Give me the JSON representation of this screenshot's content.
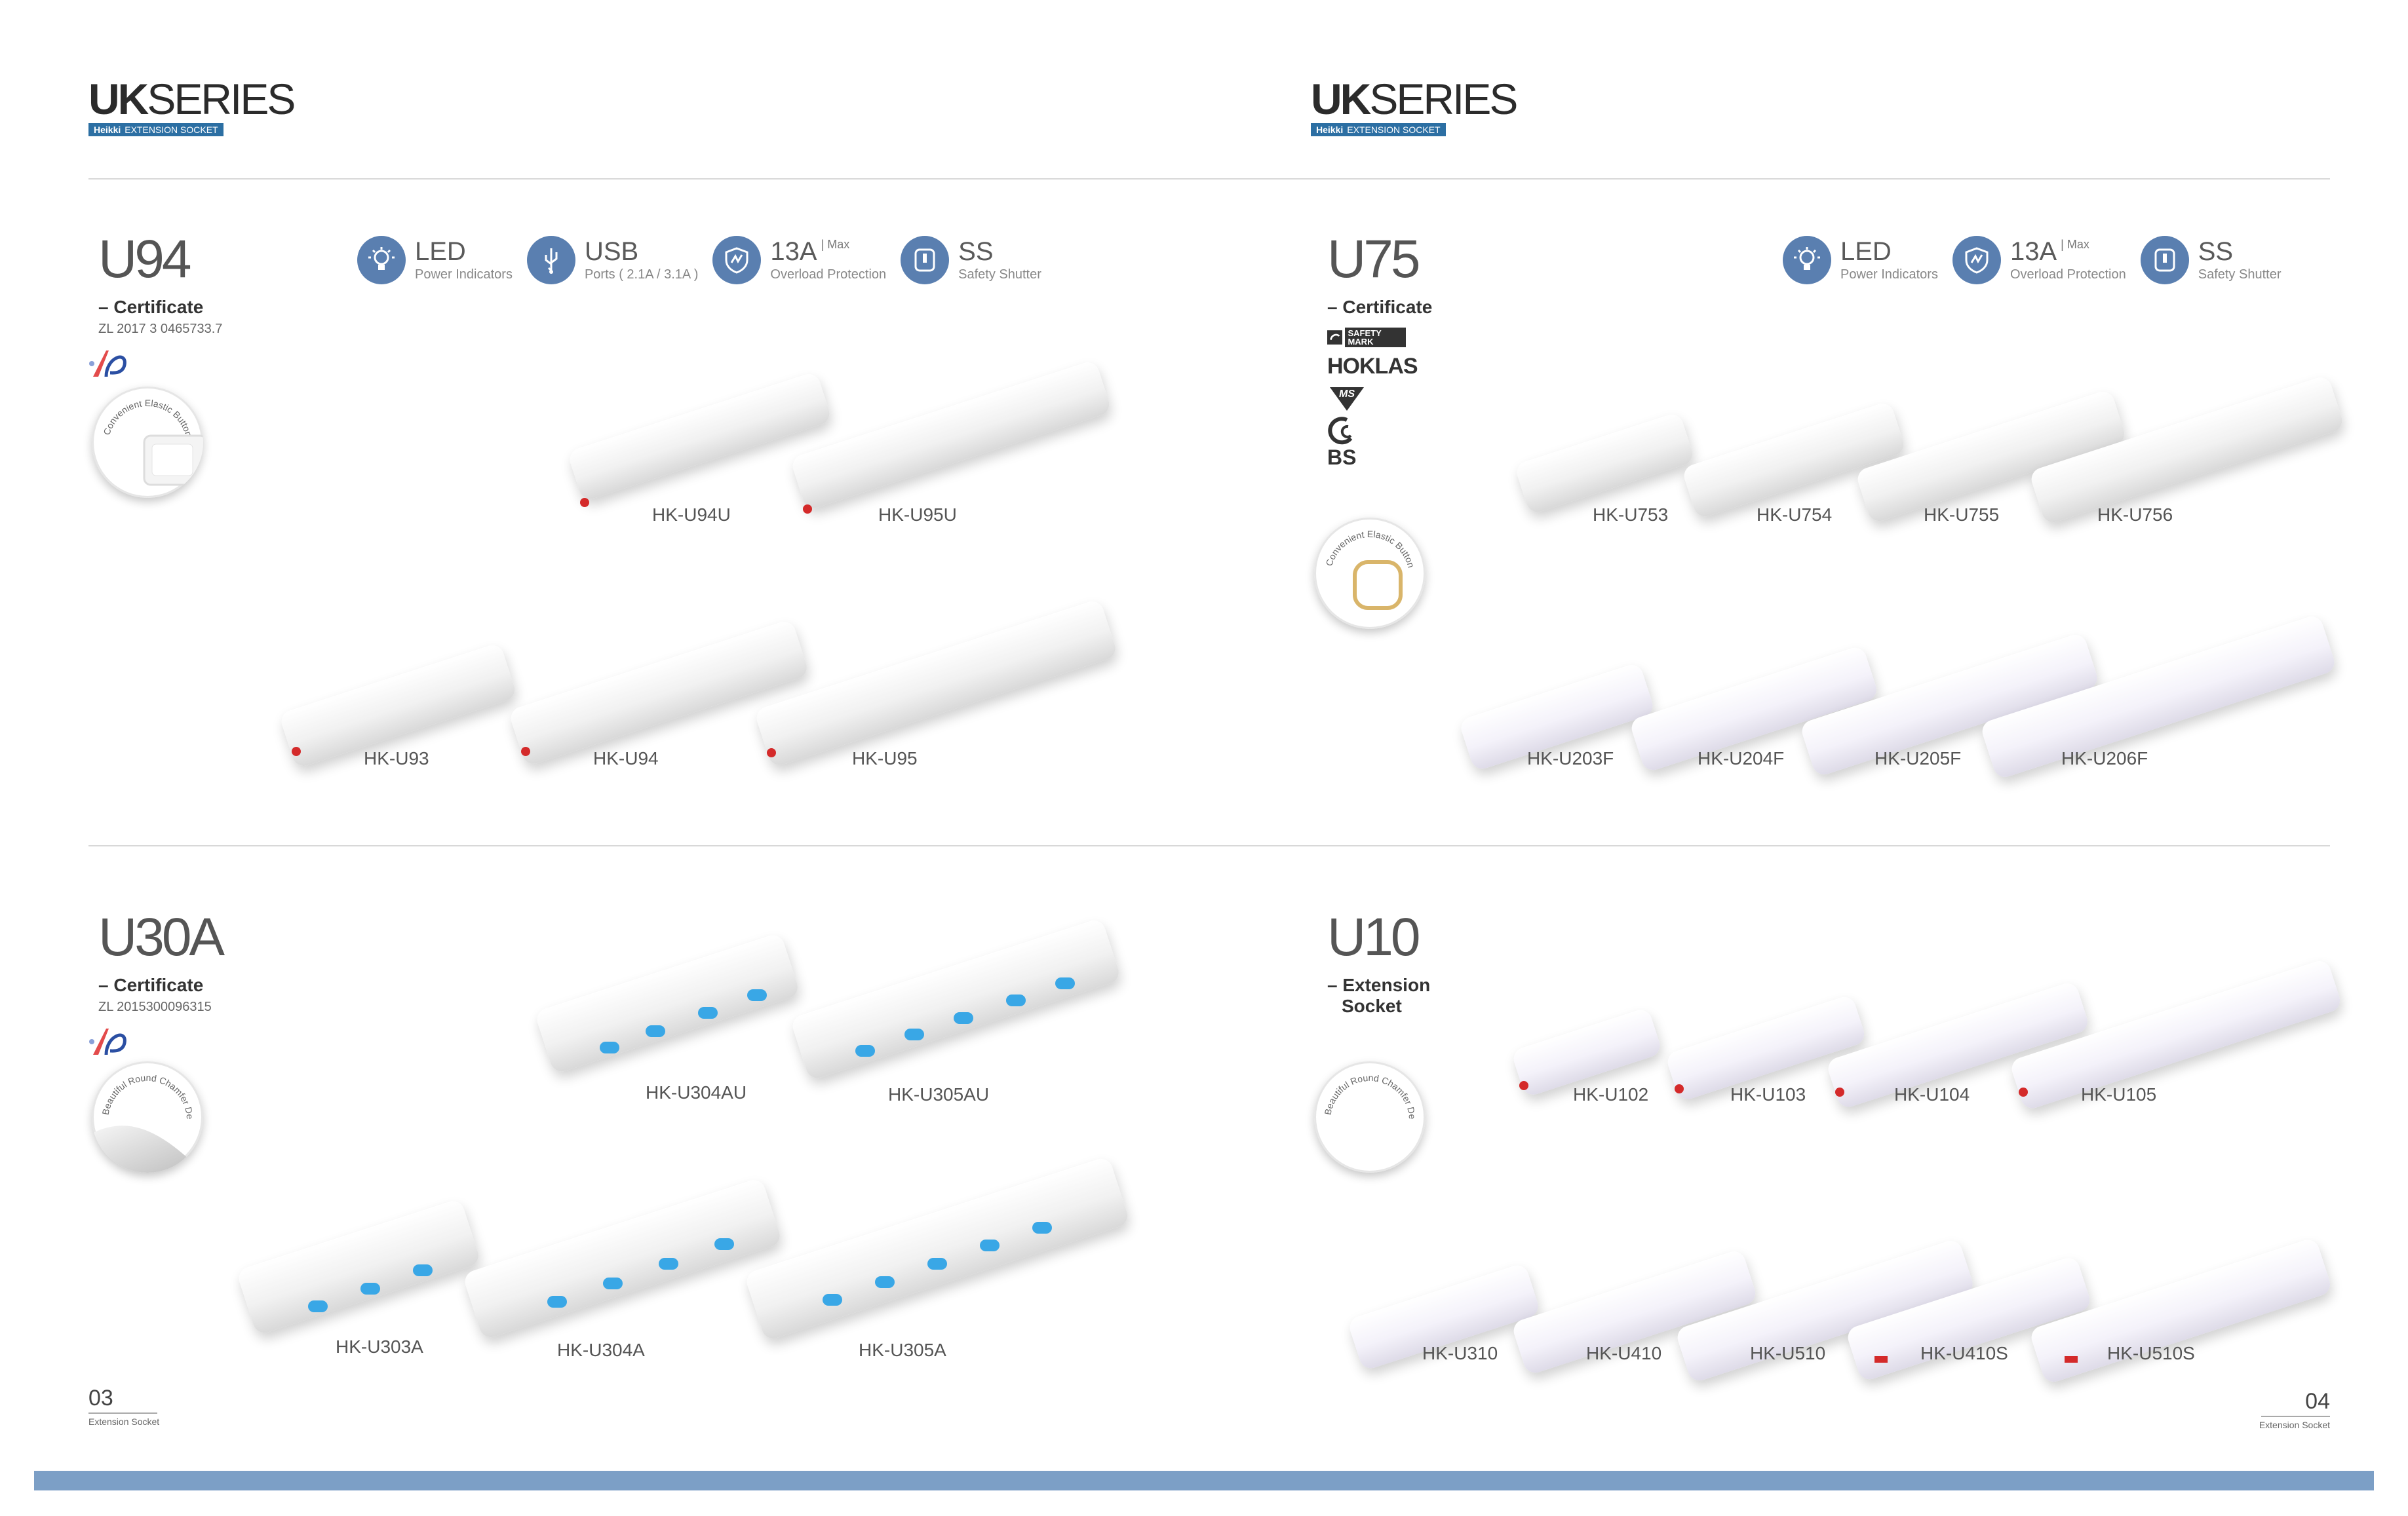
{
  "left_page": {
    "brand": {
      "title_bold": "UK",
      "title_light": "SERIES",
      "sub_brand": "Heikki",
      "sub_text": "EXTENSION SOCKET"
    },
    "page_number": "03",
    "page_sub": "Extension Socket",
    "sections": {
      "u94": {
        "model": "U94",
        "cert_label": "Certificate",
        "patent": "ZL 2017 3 0465733.7",
        "badge_text": "Convenient Elastic Button",
        "features": [
          {
            "icon": "bulb-icon",
            "title": "LED",
            "sup": "",
            "desc": "Power Indicators"
          },
          {
            "icon": "usb-icon",
            "title": "USB",
            "sup": "",
            "desc": "Ports ( 2.1A / 3.1A )"
          },
          {
            "icon": "shield-icon",
            "title": "13A",
            "sup": "Max",
            "desc": "Overload Protection"
          },
          {
            "icon": "shutter-icon",
            "title": "SS",
            "sup": "",
            "desc": "Safety Shutter"
          }
        ],
        "products": [
          "HK-U94U",
          "HK-U95U",
          "HK-U93",
          "HK-U94",
          "HK-U95"
        ]
      },
      "u30a": {
        "model": "U30A",
        "cert_label": "Certificate",
        "patent": "ZL 2015300096315",
        "badge_text": "Beautiful Round Chamfer Design",
        "products": [
          "HK-U304AU",
          "HK-U305AU",
          "HK-U303A",
          "HK-U304A",
          "HK-U305A"
        ]
      }
    }
  },
  "right_page": {
    "brand": {
      "title_bold": "UK",
      "title_light": "SERIES",
      "sub_brand": "Heikki",
      "sub_text": "EXTENSION SOCKET"
    },
    "page_number": "04",
    "page_sub": "Extension Socket",
    "sections": {
      "u75": {
        "model": "U75",
        "cert_label": "Certificate",
        "cert_logos": [
          "SAFETY MARK",
          "HOKLAS",
          "MS",
          "BS"
        ],
        "badge_text": "Convenient Elastic Button",
        "features": [
          {
            "icon": "bulb-icon",
            "title": "LED",
            "sup": "",
            "desc": "Power Indicators"
          },
          {
            "icon": "shield-icon",
            "title": "13A",
            "sup": "Max",
            "desc": "Overload Protection"
          },
          {
            "icon": "shutter-icon",
            "title": "SS",
            "sup": "",
            "desc": "Safety Shutter"
          }
        ],
        "products_top": [
          "HK-U753",
          "HK-U754",
          "HK-U755",
          "HK-U756"
        ],
        "products_bottom": [
          "HK-U203F",
          "HK-U204F",
          "HK-U205F",
          "HK-U206F"
        ]
      },
      "u10": {
        "model": "U10",
        "label_line1": "Extension",
        "label_line2": "Socket",
        "badge_text": "Beautiful Round Chamfer Design",
        "products_top": [
          "HK-U102",
          "HK-U103",
          "HK-U104",
          "HK-U105"
        ],
        "products_bottom": [
          "HK-U310",
          "HK-U410",
          "HK-U510",
          "HK-U410S",
          "HK-U510S"
        ]
      }
    }
  },
  "colors": {
    "accent_blue": "#5a7fb0",
    "brand_blue": "#2c6fa3",
    "footer_bar": "#7c9fc6",
    "switch_blue": "#39a7e6",
    "led_red": "#d42a2a"
  }
}
